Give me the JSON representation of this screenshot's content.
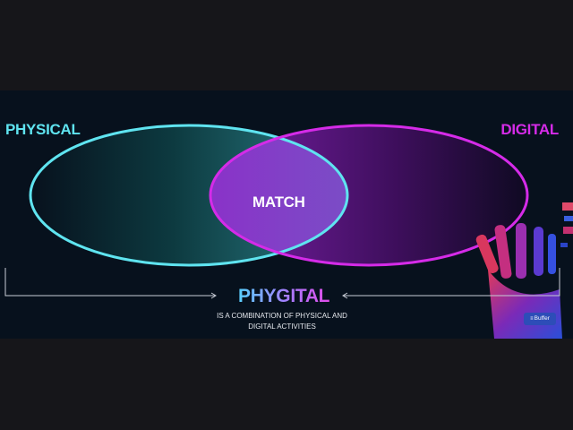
{
  "labels": {
    "physical": "PHYSICAL",
    "digital": "DIGITAL",
    "match": "MATCH",
    "phygital": "PHYGITAL",
    "description_line1": "IS A COMBINATION OF PHYSICAL AND",
    "description_line2": "DIGITAL ACTIVITIES"
  },
  "badge": {
    "label": "Buffer",
    "icon": "buffer-stack-icon"
  },
  "colors": {
    "background": "#07111d",
    "letterbox": "#16161a",
    "physical": "#5fe4f0",
    "digital": "#d52be8",
    "match_fill": "#7a4fc8",
    "arrow": "#c8cdd6",
    "badge": "#2d4db8"
  }
}
